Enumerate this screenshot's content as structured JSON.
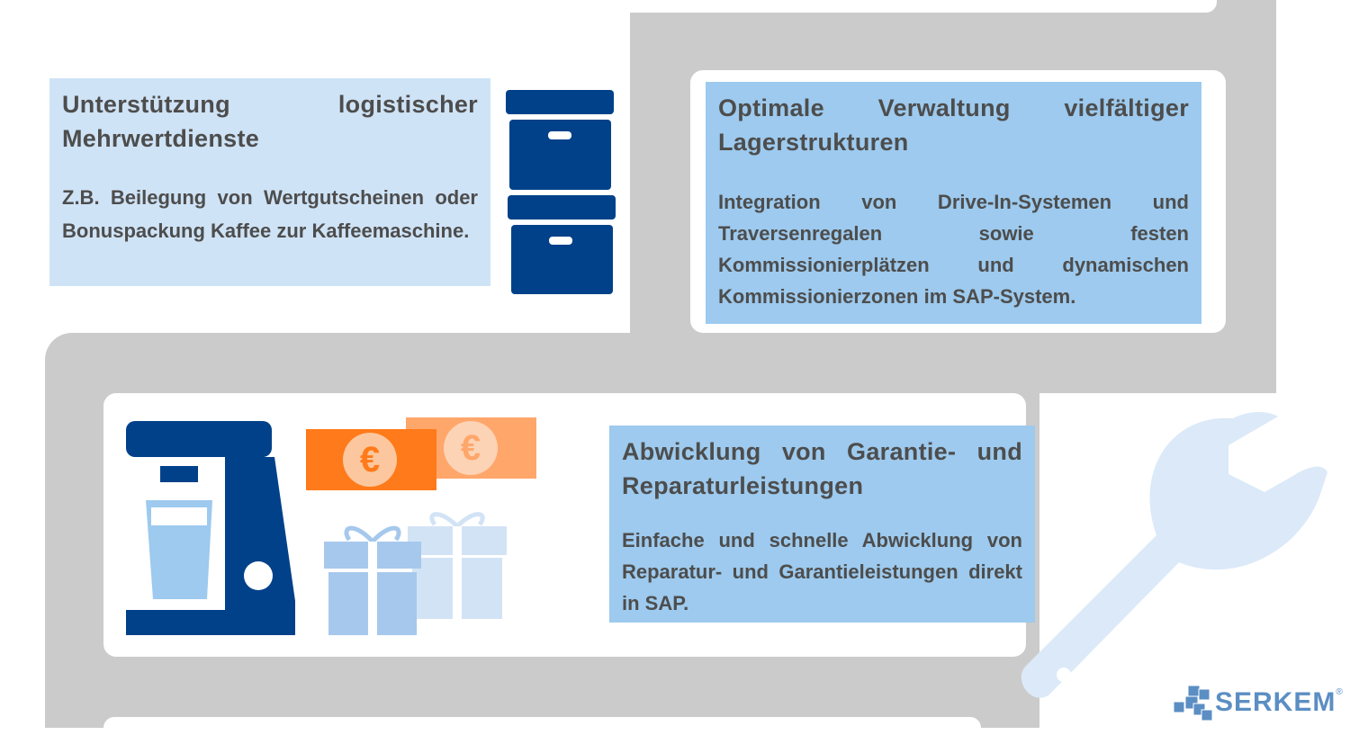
{
  "cards": [
    {
      "title": "Unterstützung logistischer Mehrwertdienste",
      "body": "Z.B. Beilegung von Wertgutscheinen oder Bonuspackung Kaffee zur Kaffeemaschine."
    },
    {
      "title": "Optimale Verwaltung vielfältiger Lagerstrukturen",
      "body": "Integration von Drive-In-Systemen und Traversenregalen sowie festen Kommissionierplätzen und dynamischen Kommissionierzonen im SAP-System."
    },
    {
      "title": "Abwicklung von Garantie- und Reparaturleistungen",
      "body": "Einfache und schnelle Abwicklung von Reparatur- und Garantieleistungen direkt in SAP."
    }
  ],
  "currency_symbol": "€",
  "logo": {
    "text": "SERKEM",
    "registered": "®"
  },
  "colors": {
    "dark_blue": "#00418a",
    "light_box": "#cfe3f6",
    "mid_box": "#9dcaee",
    "path_gray": "#cbcbcb",
    "orange": "#ff7a1a"
  }
}
